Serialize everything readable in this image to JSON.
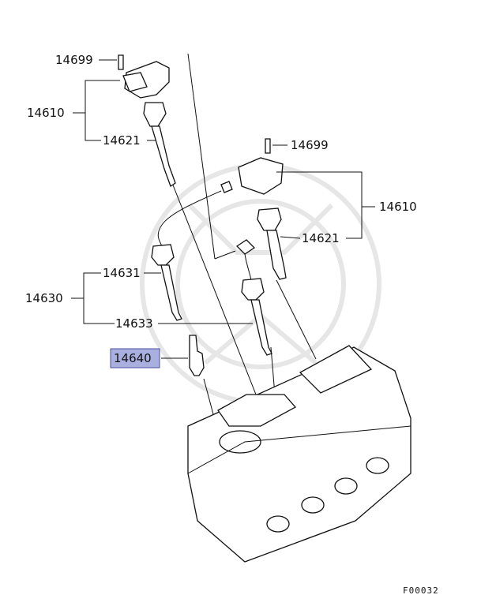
{
  "callouts": {
    "bolt_top": "14699",
    "bolt_right": "14699",
    "coil_left": "14610",
    "coil_right": "14610",
    "boot_left": "14621",
    "boot_right": "14621",
    "cable_set": "14630",
    "cable_1": "14631",
    "cable_2": "14633",
    "spark_plug": "14640"
  },
  "highlight_color": "#a9b0e0",
  "figure_code": "F00032"
}
